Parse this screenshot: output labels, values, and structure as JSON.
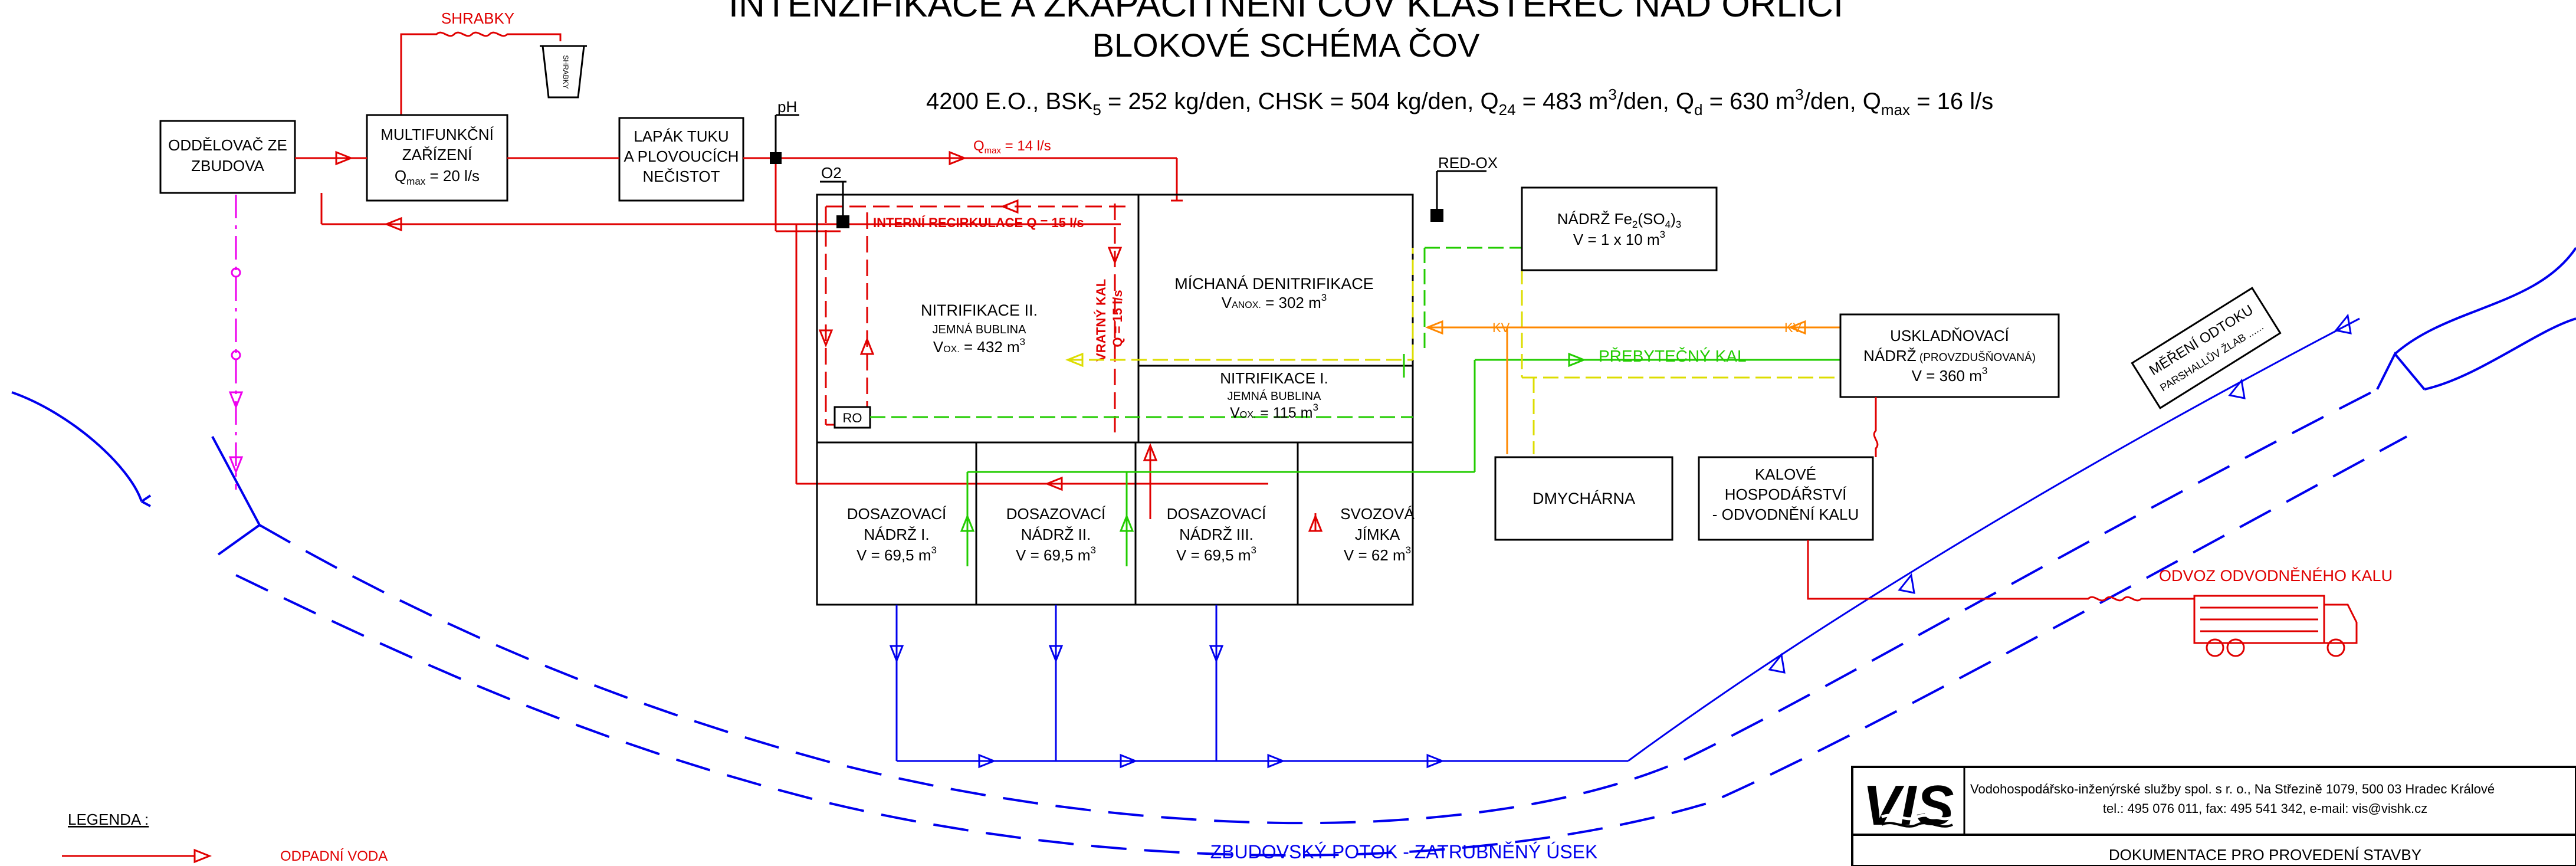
{
  "title": "INTENZIFIKACE A ZKAPACITNĚNÍ ČOV KLÁŠTEREC NAD ORLICÍ",
  "subtitle": "BLOKOVÉ SCHÉMA ČOV",
  "params": {
    "pe": "4200 E.O., BSK",
    "bsk_sub": "5",
    "bsk_rest": " = 252 kg/den, CHSK = 504 kg/den, Q",
    "q24_sub": "24",
    "q24_rest": " = 483 m",
    "sup3": "3",
    "qd_pre": "/den, Q",
    "qd_sub": "d",
    "qd_rest": " = 630 m",
    "qmax_pre": "/den, Q",
    "qmax_sub": "max",
    "qmax_rest": " = 16 l/s"
  },
  "labels": {
    "shrabky": "SHRABKY",
    "shrabky_bin": "SHRABKY",
    "separator": [
      "ODDĚLOVAČ ZE",
      "ZBUDOVA"
    ],
    "multi": [
      "MULTIFUNKČNÍ",
      "ZAŘÍZENÍ"
    ],
    "multi_q": "Q",
    "multi_q_sub": "max",
    "multi_q_rest": " = 20 l/s",
    "grease": [
      "LAPÁK TUKU",
      "A PLOVOUCÍCH",
      "NEČISTOT"
    ],
    "ph": "pH",
    "qmax_line": "Q",
    "qmax_line_sub": "max",
    "qmax_line_rest": " = 14 l/s",
    "o2": "O2",
    "redox": "RED-OX",
    "internal_recirc": "INTERNÍ RECIRKULACE Q = 15 l/s",
    "return_sludge": [
      "VRATNÝ KAL",
      "Q = 15 l/s"
    ],
    "nitri2": [
      "NITRIFIKACE II.",
      "JEMNÁ BUBLINA",
      "V",
      "OX.",
      " = 432 m"
    ],
    "denitri": [
      "MÍCHANÁ DENITRIFIKACE",
      "V",
      "ANOX.",
      " = 302 m"
    ],
    "nitri1": [
      "NITRIFIKACE I.",
      "JEMNÁ BUBLINA",
      "V",
      "OX.",
      " = 115 m"
    ],
    "ro": "RO",
    "dos1": [
      "DOSAZOVACÍ",
      "NÁDRŽ I.",
      "V = 69,5 m"
    ],
    "dos2": [
      "DOSAZOVACÍ",
      "NÁDRŽ II.",
      "V = 69,5 m"
    ],
    "dos3": [
      "DOSAZOVACÍ",
      "NÁDRŽ III.",
      "V = 69,5 m"
    ],
    "svoz": [
      "SVOZOVÁ",
      "JÍMKA",
      "V = 62 m"
    ],
    "fe": [
      "NÁDRŽ Fe",
      "2",
      "(SO",
      "4",
      ")",
      "3",
      "V = 1 x 10 m"
    ],
    "kv1": "KV",
    "kv2": "KV",
    "excess": "PŘEBYTEČNÝ  KAL",
    "storage": [
      "USKLADŇOVACÍ",
      "NÁDRŽ",
      " (PROVZDUŠŇOVANÁ)",
      "V = 360 m"
    ],
    "blower": "DMYCHÁRNA",
    "sludge": [
      "KALOVÉ",
      "HOSPODÁŘSTVÍ",
      "- ODVODNĚNÍ KALU"
    ],
    "removal": "ODVOZ ODVODNĚNÉHO KALU",
    "measure": [
      "MĚŘENÍ ODTOKU",
      "PARSHALLŮV ŽLAB ......"
    ],
    "stream": "ZBUDOVSKÝ POTOK - ZATRUBNĚNÝ ÚSEK",
    "legend": "LEGENDA :",
    "legend_wastewater": "ODPADNÍ VODA"
  },
  "titleblock": {
    "logo": "VIS",
    "company": "Vodohospodářsko-inženýrské služby spol. s r. o., Na Střezině 1079, 500 03 Hradec Králové",
    "contact": "tel.: 495 076 011, fax: 495 541 342, e-mail: vis@vishk.cz",
    "doc": "DOKUMENTACE PRO PROVEDENÍ STAVBY"
  },
  "colors": {
    "wastewater": "#e00000",
    "sludge": "#22cc00",
    "air_kv": "#ff8800",
    "water": "#0000ee",
    "chemical": "#dddd00",
    "separator": "#ee00ee"
  }
}
